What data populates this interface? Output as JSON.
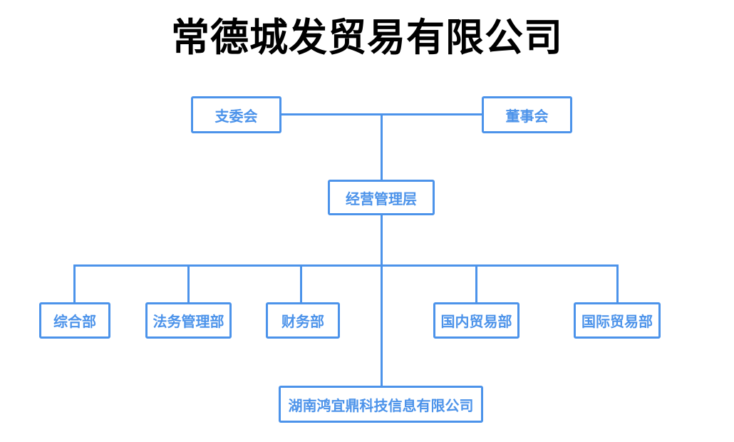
{
  "title": "常德城发贸易有限公司",
  "colors": {
    "accent": "#4C93EA",
    "node_background": "#FFFFFF",
    "title_text": "#000000",
    "page_background": "#FFFFFF"
  },
  "org": {
    "level1": [
      {
        "id": "branch-committee",
        "label": "支委会"
      },
      {
        "id": "board-of-directors",
        "label": "董事会"
      }
    ],
    "level2": {
      "id": "management-layer",
      "label": "经营管理层"
    },
    "level3": [
      {
        "id": "general-dept",
        "label": "综合部"
      },
      {
        "id": "legal-management-dept",
        "label": "法务管理部"
      },
      {
        "id": "finance-dept",
        "label": "财务部"
      },
      {
        "id": "domestic-trade-dept",
        "label": "国内贸易部"
      },
      {
        "id": "international-trade-dept",
        "label": "国际贸易部"
      }
    ],
    "level4": {
      "id": "subsidiary-company",
      "label": "湖南鸿宜鼎科技信息有限公司"
    }
  }
}
